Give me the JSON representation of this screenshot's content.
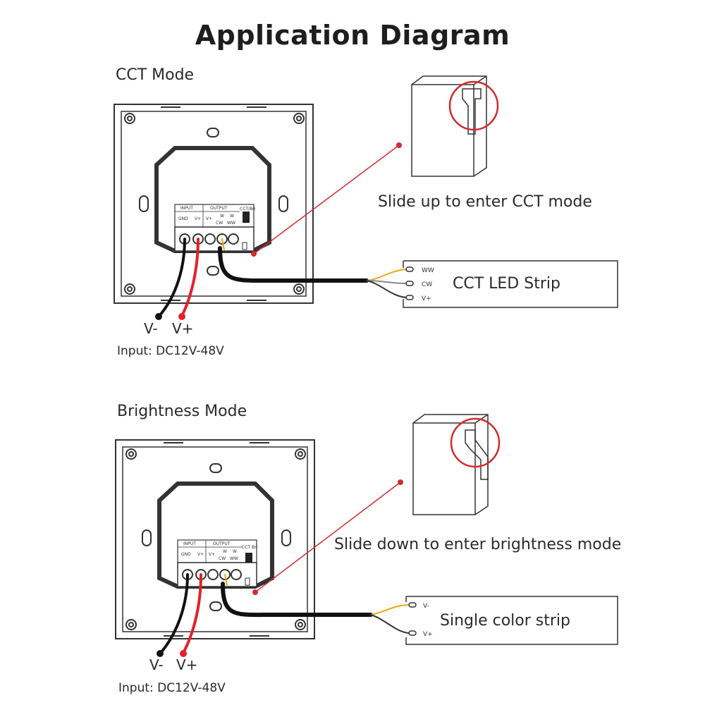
{
  "title": "Application Diagram",
  "sections": [
    {
      "mode_label": "CCT Mode",
      "switch_caption": "Slide up to enter CCT mode",
      "strip_label": "CCT LED Strip",
      "strip_terminals": [
        "WW",
        "CW",
        "V+"
      ],
      "v_minus": "V-",
      "v_plus": "V+",
      "input_note": "Input: DC12V-48V",
      "terminal_header_input": "INPUT",
      "terminal_header_output": "OUTPUT",
      "terminal_cells": [
        "GND",
        "V+",
        "V+",
        "W",
        "CW",
        "W",
        "WW"
      ],
      "dip_label": "CCT/Bri"
    },
    {
      "mode_label": "Brightness Mode",
      "switch_caption": "Slide down to enter brightness mode",
      "strip_label": "Single color strip",
      "strip_terminals": [
        "V-",
        "V+"
      ],
      "v_minus": "V-",
      "v_plus": "V+",
      "input_note": "Input: DC12V-48V",
      "terminal_header_input": "INPUT",
      "terminal_header_output": "OUTPUT",
      "terminal_cells": [
        "GND",
        "V+",
        "V+",
        "W",
        "CW",
        "W",
        "WW"
      ],
      "dip_label": "CCT Bri"
    }
  ],
  "colors": {
    "highlight_red": "#d32a2e",
    "wire_red": "#e0222a",
    "wire_yellow": "#e8a81a",
    "outline": "#333333"
  }
}
